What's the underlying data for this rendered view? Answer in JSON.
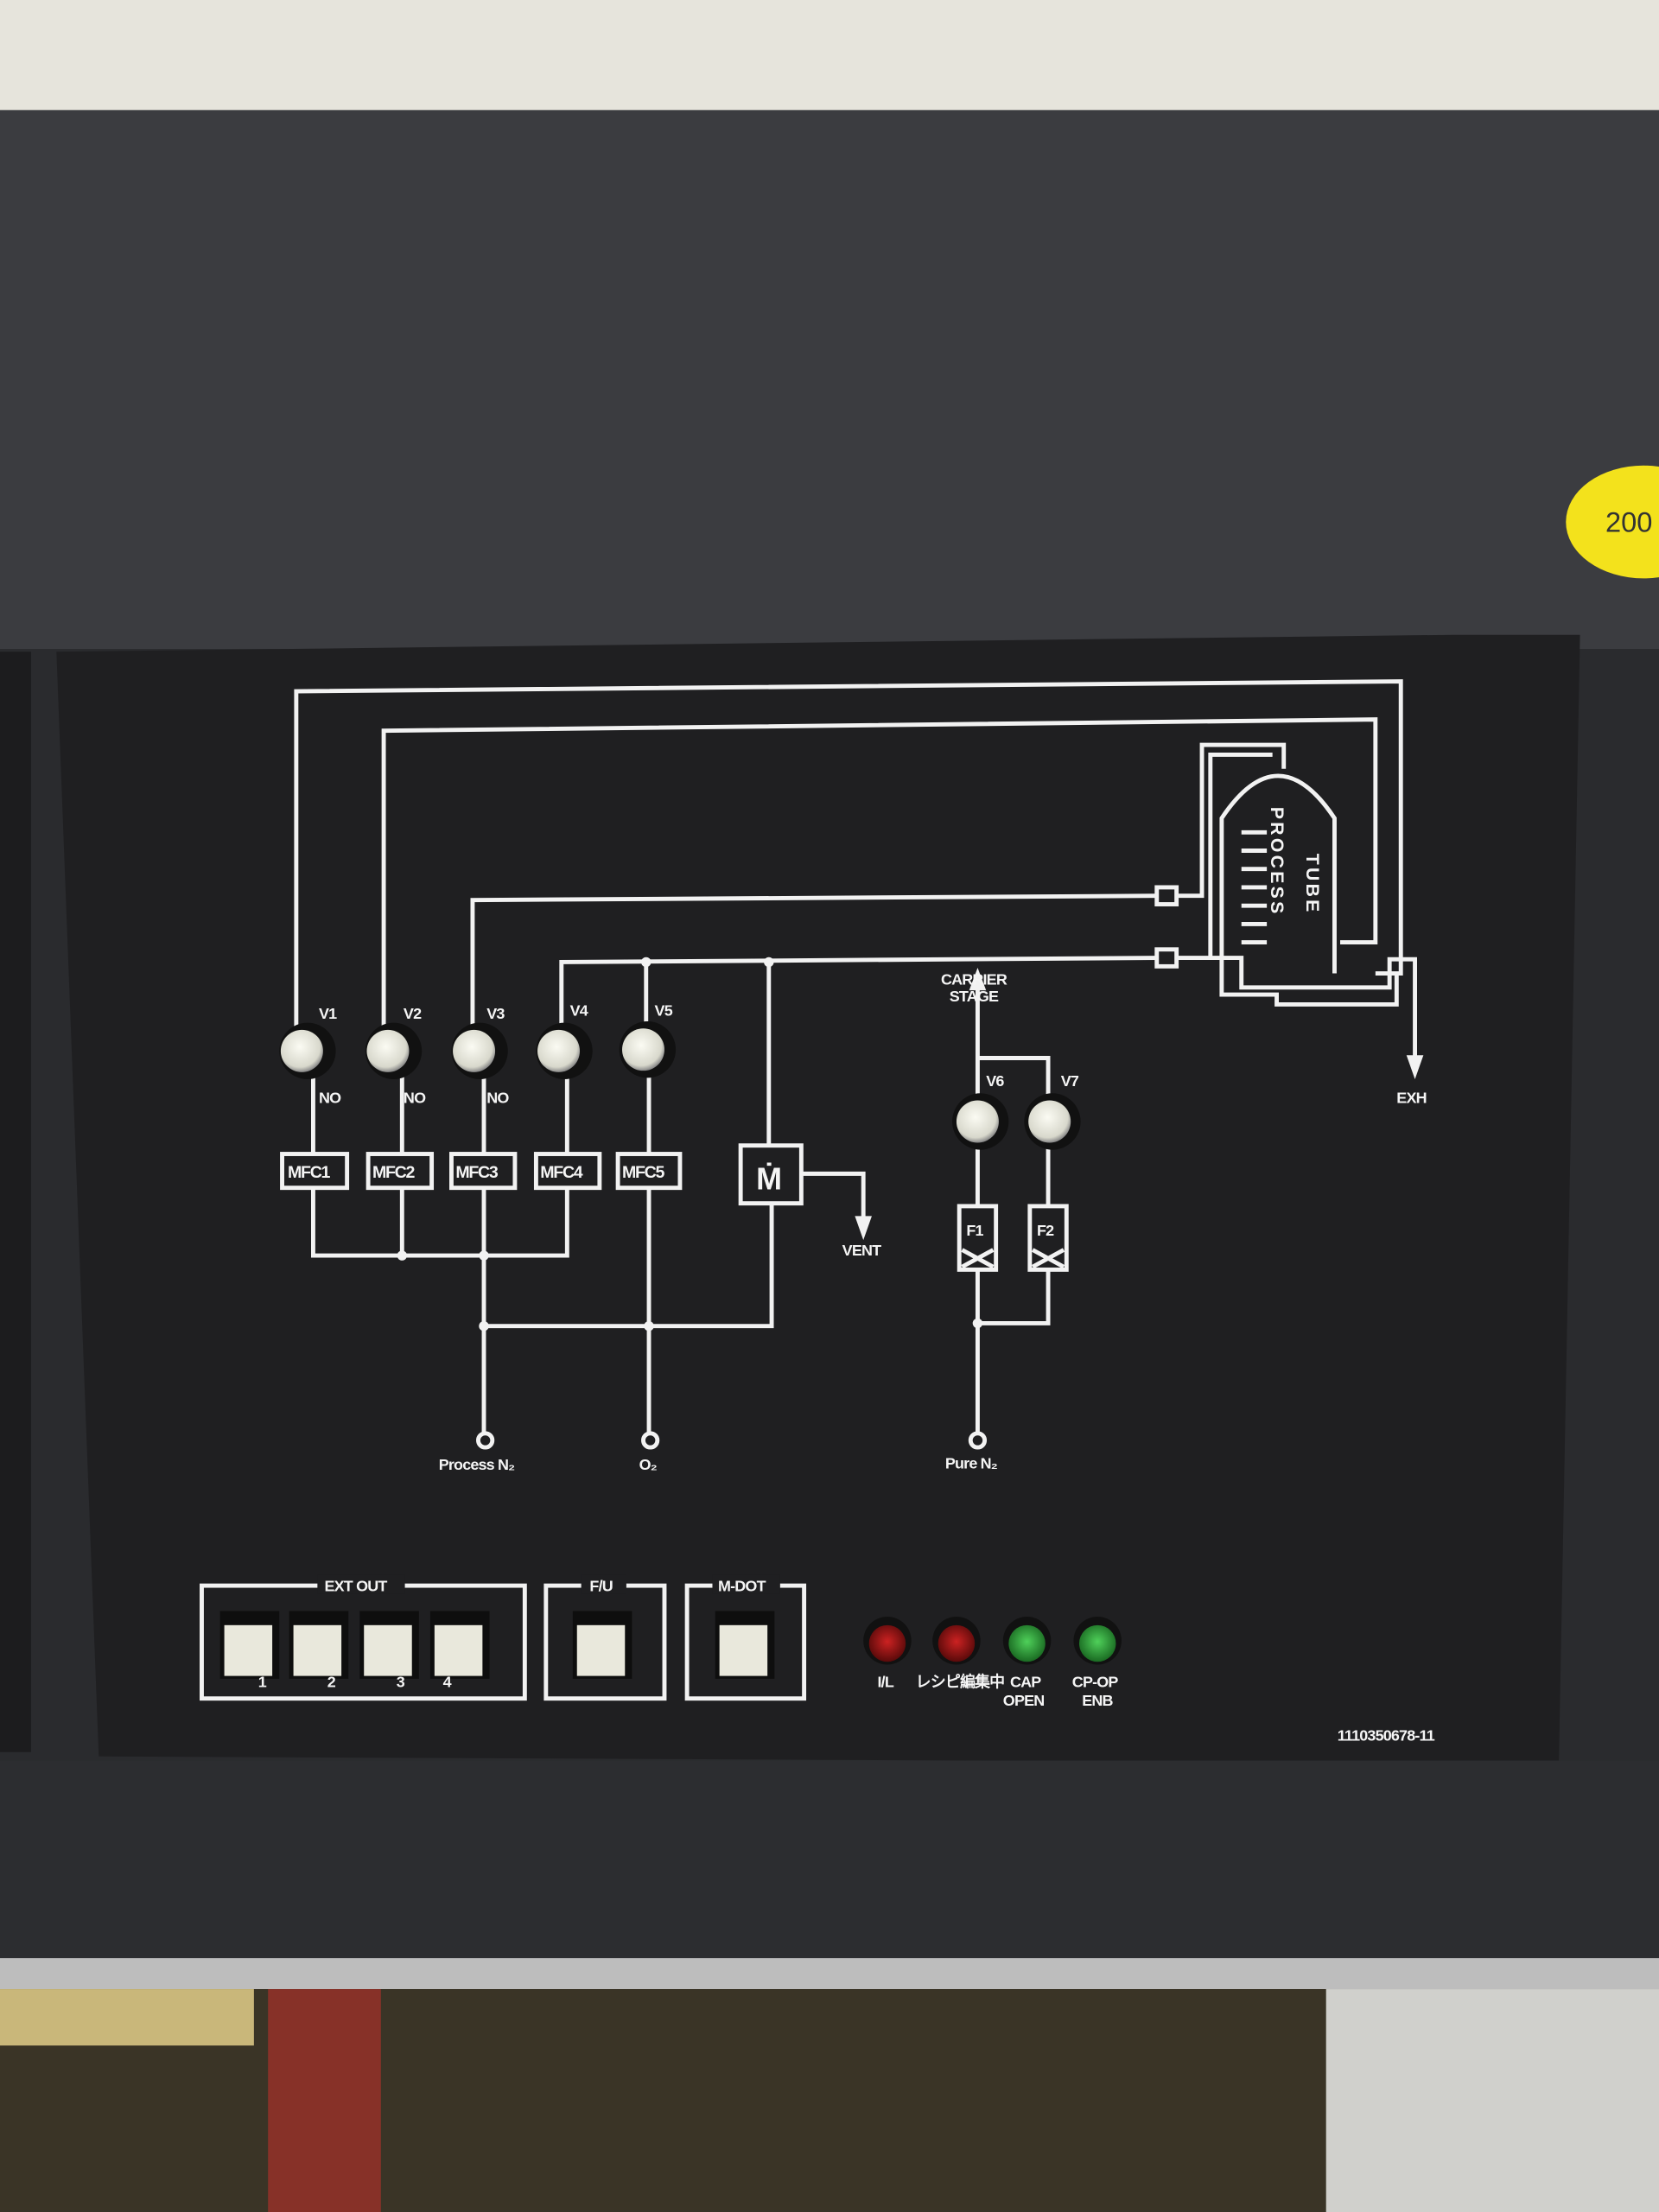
{
  "sticker": {
    "text": "200",
    "color": "#f3e21c"
  },
  "diagram": {
    "valves": [
      {
        "label": "V1",
        "state": "NO"
      },
      {
        "label": "V2",
        "state": "NO"
      },
      {
        "label": "V3",
        "state": "NO"
      },
      {
        "label": "V4"
      },
      {
        "label": "V5"
      },
      {
        "label": "V6"
      },
      {
        "label": "V7"
      }
    ],
    "mfcs": [
      "MFC1",
      "MFC2",
      "MFC3",
      "MFC4",
      "MFC5"
    ],
    "mass_flow_meter": "Ṁ",
    "vent": "VENT",
    "exhaust": "EXH",
    "carrier_stage": [
      "CARRIER",
      "STAGE"
    ],
    "filters": [
      "F1",
      "F2"
    ],
    "process_tube": {
      "word1": "PROCESS",
      "word2": "TUBE"
    },
    "inlets": {
      "process_n2": "Process N₂",
      "o2": "O₂",
      "pure_n2": "Pure N₂"
    }
  },
  "controls": {
    "ext_out": {
      "label": "EXT OUT",
      "buttons": [
        "1",
        "2",
        "3",
        "4"
      ]
    },
    "fu": {
      "label": "F/U"
    },
    "mdot": {
      "label": "M-DOT"
    },
    "indicators": [
      {
        "label1": "I/L",
        "label2": "",
        "color": "#9a1a1a"
      },
      {
        "label1": "レシピ編集中",
        "label2": "",
        "color": "#9a1a1a"
      },
      {
        "label1": "CAP",
        "label2": "OPEN",
        "color": "#2fae3a"
      },
      {
        "label1": "CP-OP",
        "label2": "ENB",
        "color": "#2fae3a"
      }
    ],
    "serial": "1110350678-11"
  }
}
